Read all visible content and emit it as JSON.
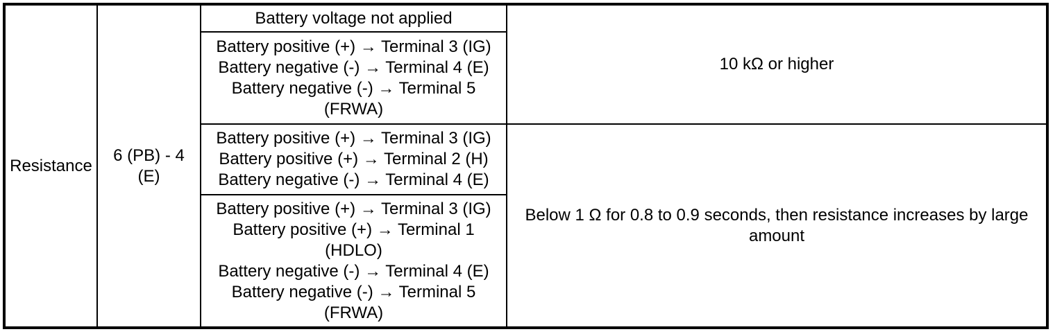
{
  "colors": {
    "border": "#000000",
    "text": "#000000",
    "background": "#ffffff"
  },
  "table": {
    "measurement": "Resistance",
    "terminal_pair": "6 (PB) - 4\n(E)",
    "rows": [
      {
        "conditions": [
          "Battery voltage not applied"
        ],
        "result": "10 kΩ or higher",
        "result_rowspan": 2
      },
      {
        "conditions": [
          "Battery positive (+) → Terminal 3 (IG)",
          "Battery negative (-) → Terminal 4 (E)",
          "Battery negative (-) → Terminal 5\n(FRWA)"
        ]
      },
      {
        "conditions": [
          "Battery positive (+) → Terminal 3 (IG)",
          "Battery positive (+) → Terminal 2 (H)",
          "Battery negative (-) → Terminal 4 (E)"
        ],
        "result": "Below 1 Ω for 0.8 to 0.9 seconds, then resistance increases by large\namount",
        "result_rowspan": 2
      },
      {
        "conditions": [
          "Battery positive (+) → Terminal 3 (IG)",
          "Battery positive (+) → Terminal 1\n(HDLO)",
          "Battery negative (-) → Terminal 4 (E)",
          "Battery negative (-) → Terminal 5\n(FRWA)"
        ]
      }
    ]
  }
}
